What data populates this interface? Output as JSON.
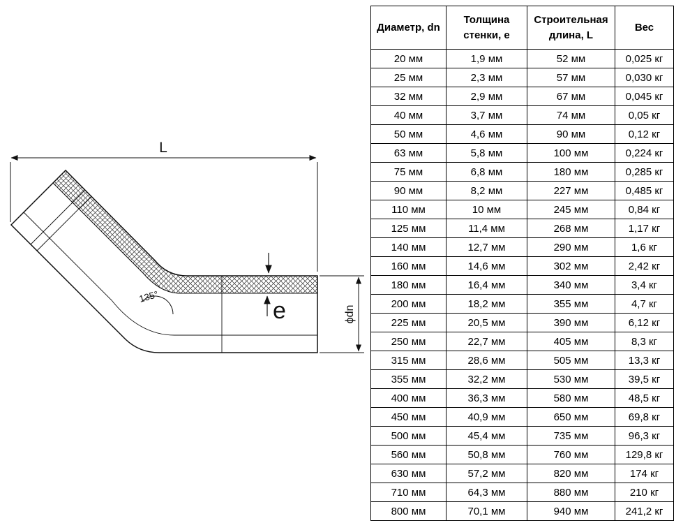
{
  "diagram": {
    "length_label": "L",
    "wall_label": "e",
    "angle_label": "135°",
    "diameter_label": "ϕdn"
  },
  "table": {
    "headers": [
      "Диаметр, dn",
      "Толщина стенки, е",
      "Строительная длина, L",
      "Вес"
    ],
    "rows": [
      [
        "20 мм",
        "1,9 мм",
        "52 мм",
        "0,025 кг"
      ],
      [
        "25 мм",
        "2,3 мм",
        "57 мм",
        "0,030 кг"
      ],
      [
        "32 мм",
        "2,9 мм",
        "67 мм",
        "0,045 кг"
      ],
      [
        "40 мм",
        "3,7 мм",
        "74 мм",
        "0,05 кг"
      ],
      [
        "50 мм",
        "4,6 мм",
        "90 мм",
        "0,12 кг"
      ],
      [
        "63 мм",
        "5,8 мм",
        "100 мм",
        "0,224 кг"
      ],
      [
        "75 мм",
        "6,8 мм",
        "180 мм",
        "0,285 кг"
      ],
      [
        "90 мм",
        "8,2 мм",
        "227 мм",
        "0,485 кг"
      ],
      [
        "110 мм",
        "10 мм",
        "245 мм",
        "0,84 кг"
      ],
      [
        "125 мм",
        "11,4 мм",
        "268 мм",
        "1,17 кг"
      ],
      [
        "140 мм",
        "12,7 мм",
        "290 мм",
        "1,6 кг"
      ],
      [
        "160 мм",
        "14,6 мм",
        "302 мм",
        "2,42 кг"
      ],
      [
        "180 мм",
        "16,4 мм",
        "340 мм",
        "3,4 кг"
      ],
      [
        "200 мм",
        "18,2 мм",
        "355 мм",
        "4,7 кг"
      ],
      [
        "225 мм",
        "20,5 мм",
        "390 мм",
        "6,12 кг"
      ],
      [
        "250 мм",
        "22,7 мм",
        "405 мм",
        "8,3 кг"
      ],
      [
        "315 мм",
        "28,6 мм",
        "505 мм",
        "13,3 кг"
      ],
      [
        "355 мм",
        "32,2 мм",
        "530 мм",
        "39,5 кг"
      ],
      [
        "400 мм",
        "36,3 мм",
        "580 мм",
        "48,5 кг"
      ],
      [
        "450 мм",
        "40,9 мм",
        "650 мм",
        "69,8 кг"
      ],
      [
        "500 мм",
        "45,4 мм",
        "735 мм",
        "96,3 кг"
      ],
      [
        "560 мм",
        "50,8 мм",
        "760 мм",
        "129,8 кг"
      ],
      [
        "630 мм",
        "57,2 мм",
        "820 мм",
        "174 кг"
      ],
      [
        "710 мм",
        "64,3 мм",
        "880 мм",
        "210 кг"
      ],
      [
        "800 мм",
        "70,1 мм",
        "940 мм",
        "241,2 кг"
      ]
    ]
  }
}
